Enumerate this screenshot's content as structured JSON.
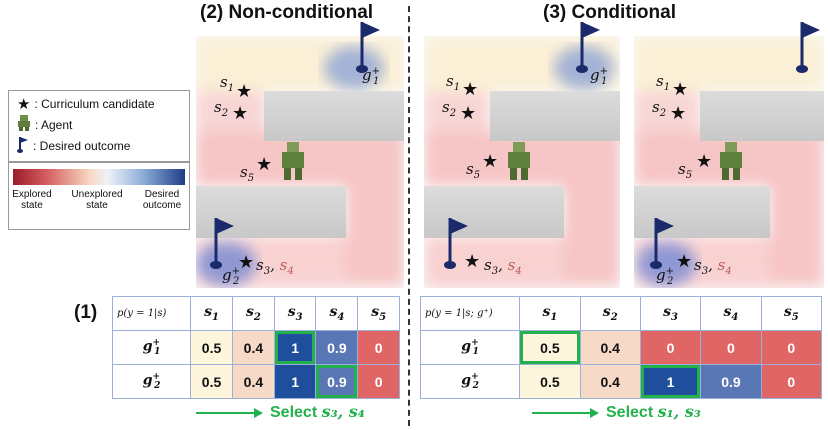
{
  "titles": {
    "non_conditional": "(2) Non-conditional",
    "conditional": "(3) Conditional",
    "table_label": "(1)"
  },
  "legend": {
    "curriculum": ": Curriculum candidate",
    "agent": ": Agent",
    "desired": ": Desired outcome"
  },
  "colorbar": {
    "explored": "Explored state",
    "unexplored": "Unexplored state",
    "desired": "Desired outcome"
  },
  "tables": {
    "left_header": "p(y = 1|s)",
    "right_header": "p(y = 1|s; g⁺)",
    "columns": [
      "s1",
      "s2",
      "s3",
      "s4",
      "s5"
    ],
    "rows": [
      "g1+",
      "g2+"
    ],
    "left_values": [
      [
        "0.5",
        "0.4",
        "1",
        "0.9",
        "0"
      ],
      [
        "0.5",
        "0.4",
        "1",
        "0.9",
        "0"
      ]
    ],
    "right_values": [
      [
        "0.5",
        "0.4",
        "0",
        "0",
        "0"
      ],
      [
        "0.5",
        "0.4",
        "1",
        "0.9",
        "0"
      ]
    ]
  },
  "selections": {
    "left": "Select s3, s4",
    "right": "Select s1, s3",
    "left_prefix": "Select",
    "left_vars": "s₃, s₄",
    "right_prefix": "Select",
    "right_vars": "s₁, s₃"
  },
  "colors": {
    "explored_red": "#e06666",
    "explored_light": "#f6d9c6",
    "pale": "#fdf5dc",
    "desired_dark": "#1f4e9c",
    "desired_mid": "#5a77b5",
    "highlight": "#22b14c"
  }
}
